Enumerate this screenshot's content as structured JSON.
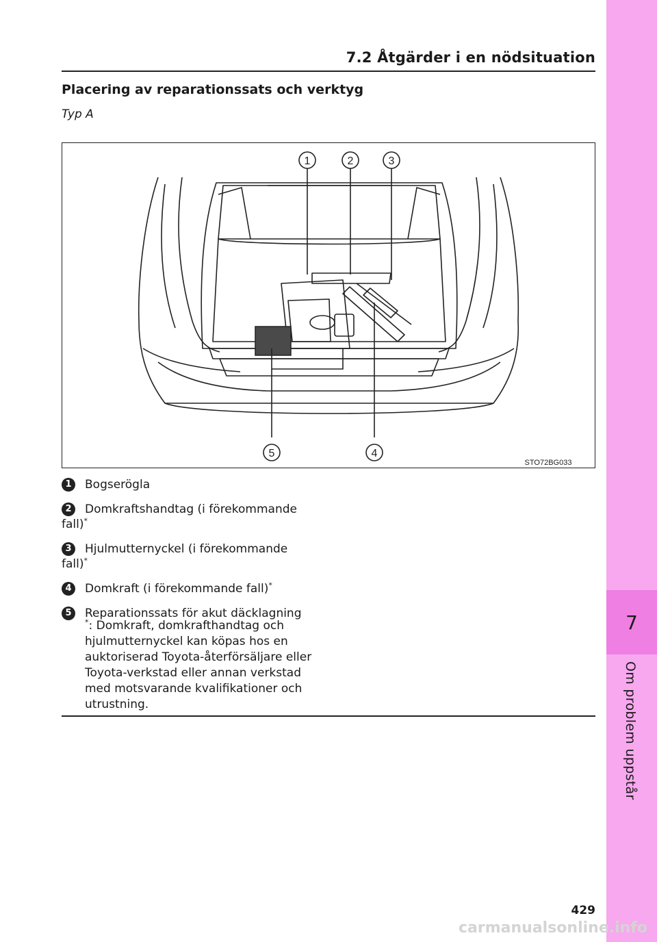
{
  "header": {
    "title": "7.2  Åtgärder i en nödsituation"
  },
  "section": {
    "heading": "Placering av reparationssats och verktyg",
    "type_label": "Typ A"
  },
  "figure": {
    "code": "STO72BG033",
    "callouts": [
      "1",
      "2",
      "3",
      "4",
      "5"
    ]
  },
  "items": [
    {
      "num": "1",
      "text": "Bogserögla",
      "footnote_mark": ""
    },
    {
      "num": "2",
      "text": "Domkraftshandtag (i förekommande fall)",
      "footnote_mark": "*"
    },
    {
      "num": "3",
      "text": "Hjulmutternyckel (i förekommande fall)",
      "footnote_mark": "*"
    },
    {
      "num": "4",
      "text": "Domkraft (i förekommande fall)",
      "footnote_mark": "*"
    },
    {
      "num": "5",
      "text": "Reparationssats för akut däcklagning",
      "footnote_mark": ""
    }
  ],
  "footnote": {
    "mark": "*",
    "text": ": Domkraft, domkrafthandtag och hjulmutternyckel kan köpas hos en auktoriserad Toyota-återförsäljare eller Toyota-verkstad eller annan verkstad med motsvarande kvalifikationer och utrustning."
  },
  "page_number": "429",
  "side_tab": {
    "chapter_number": "7",
    "chapter_label": "Om problem uppstår",
    "color": "#f7a8ee",
    "accent": "#ef7fe3"
  },
  "watermark": "carmanualsonline.info"
}
